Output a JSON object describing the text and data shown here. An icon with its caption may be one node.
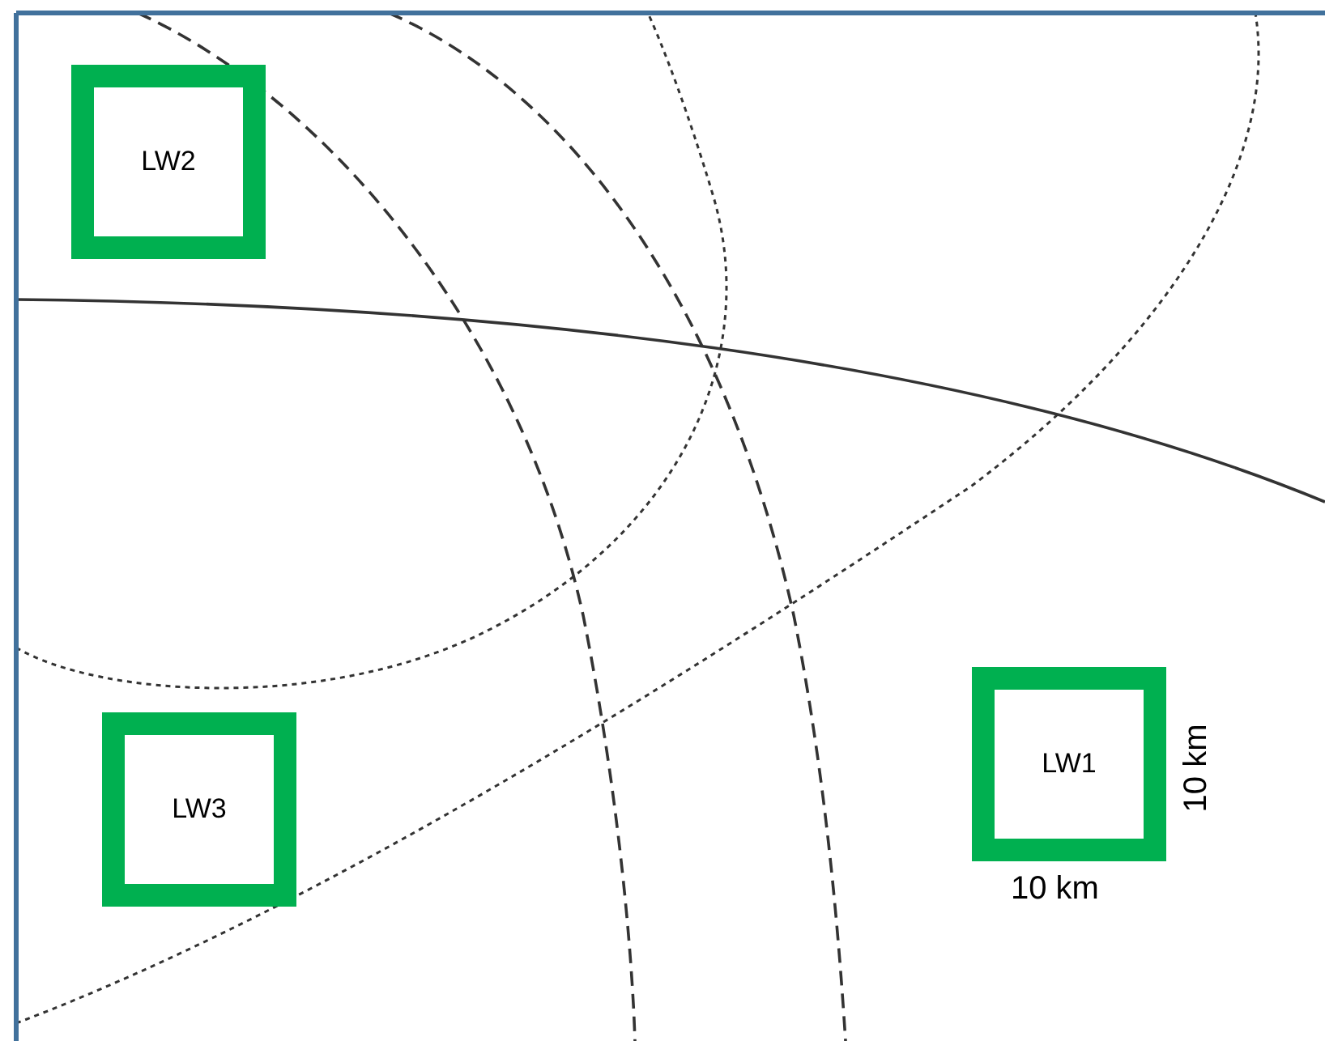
{
  "diagram": {
    "nodes": [
      {
        "text": [
          "LW2"
        ]
      },
      {
        "text": [
          "LW3"
        ]
      },
      {
        "text": [
          "LW1"
        ]
      }
    ],
    "labels": [
      "10 km",
      "10 km"
    ]
  }
}
